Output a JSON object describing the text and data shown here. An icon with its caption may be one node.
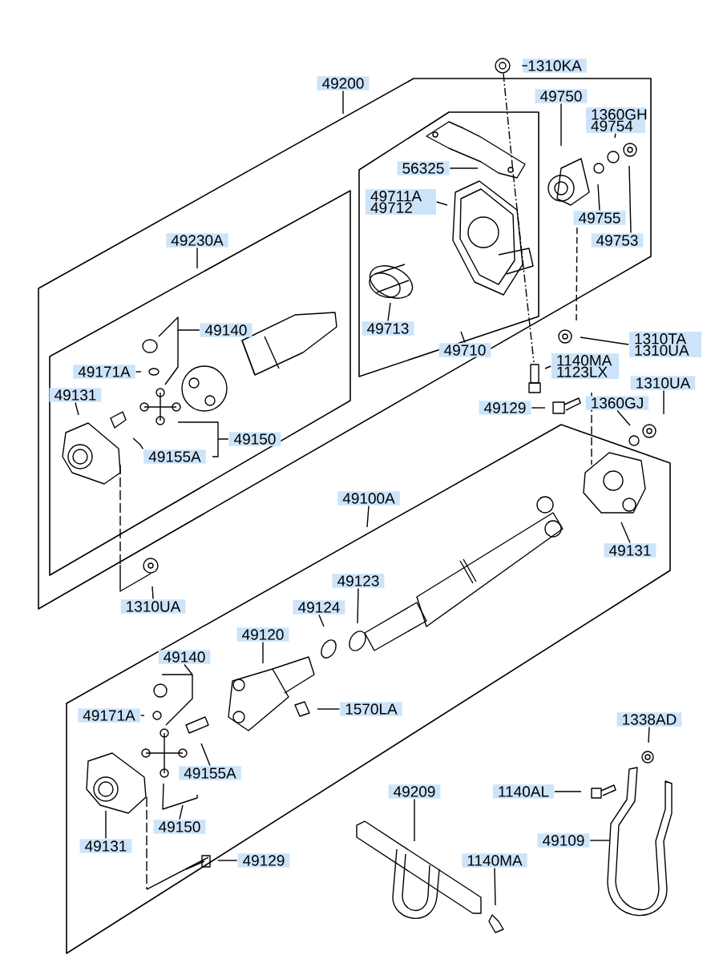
{
  "diagram": {
    "nodes": [
      {
        "text": [
          "49200"
        ]
      },
      {
        "text": [
          "1310KA"
        ]
      },
      {
        "text": [
          "49750"
        ]
      },
      {
        "text": [
          "1360GH 49754"
        ]
      },
      {
        "text": [
          "56325"
        ]
      },
      {
        "text": [
          "49711A 49712"
        ]
      },
      {
        "text": [
          "49755"
        ]
      },
      {
        "text": [
          "49753"
        ]
      },
      {
        "text": [
          "49230A"
        ]
      },
      {
        "text": [
          "49140"
        ]
      },
      {
        "text": [
          "49713"
        ]
      },
      {
        "text": [
          "49710"
        ]
      },
      {
        "text": [
          "1310TA 1310UA"
        ]
      },
      {
        "text": [
          "49171A"
        ]
      },
      {
        "text": [
          "1140MA 1123LX"
        ]
      },
      {
        "text": [
          "49131"
        ]
      },
      {
        "text": [
          "49129"
        ]
      },
      {
        "text": [
          "1310UA"
        ]
      },
      {
        "text": [
          "1360GJ"
        ]
      },
      {
        "text": [
          "49150"
        ]
      },
      {
        "text": [
          "49155A"
        ]
      },
      {
        "text": [
          "49100A"
        ]
      },
      {
        "text": [
          "49131"
        ]
      },
      {
        "text": [
          "1310UA"
        ]
      },
      {
        "text": [
          "49123"
        ]
      },
      {
        "text": [
          "49124"
        ]
      },
      {
        "text": [
          "49120"
        ]
      },
      {
        "text": [
          "49140"
        ]
      },
      {
        "text": [
          "1570LA"
        ]
      },
      {
        "text": [
          "49171A"
        ]
      },
      {
        "text": [
          "1338AD"
        ]
      },
      {
        "text": [
          "49155A"
        ]
      },
      {
        "text": [
          "1140AL"
        ]
      },
      {
        "text": [
          "49209"
        ]
      },
      {
        "text": [
          "49150"
        ]
      },
      {
        "text": [
          "49109"
        ]
      },
      {
        "text": [
          "49131"
        ]
      },
      {
        "text": [
          "1140MA"
        ]
      },
      {
        "text": [
          "49129"
        ]
      }
    ],
    "edges": [
      {
        "from": 0,
        "to": null,
        "arrow": "none"
      },
      {
        "from": 1,
        "to": null,
        "arrow": "none"
      },
      {
        "from": 2,
        "to": null,
        "arrow": "none"
      },
      {
        "from": 3,
        "to": null,
        "arrow": "none"
      },
      {
        "from": 4,
        "to": null,
        "arrow": "none"
      },
      {
        "from": 5,
        "to": null,
        "arrow": "none"
      },
      {
        "from": 6,
        "to": null,
        "arrow": "none"
      },
      {
        "from": 7,
        "to": null,
        "arrow": "none"
      },
      {
        "from": 8,
        "to": null,
        "arrow": "none"
      },
      {
        "from": 9,
        "to": null,
        "arrow": "none"
      },
      {
        "from": 10,
        "to": null,
        "arrow": "none"
      },
      {
        "from": 11,
        "to": null,
        "arrow": "none"
      },
      {
        "from": 12,
        "to": null,
        "arrow": "none"
      },
      {
        "from": 13,
        "to": null,
        "arrow": "none"
      },
      {
        "from": 14,
        "to": null,
        "arrow": "none"
      },
      {
        "from": 15,
        "to": null,
        "arrow": "none"
      },
      {
        "from": 16,
        "to": null,
        "arrow": "none"
      },
      {
        "from": 17,
        "to": null,
        "arrow": "none"
      },
      {
        "from": 18,
        "to": null,
        "arrow": "none"
      },
      {
        "from": 19,
        "to": null,
        "arrow": "none"
      },
      {
        "from": 20,
        "to": null,
        "arrow": "none"
      },
      {
        "from": 21,
        "to": null,
        "arrow": "none"
      },
      {
        "from": 22,
        "to": null,
        "arrow": "none"
      },
      {
        "from": 23,
        "to": null,
        "arrow": "none"
      },
      {
        "from": 24,
        "to": null,
        "arrow": "none"
      },
      {
        "from": 25,
        "to": null,
        "arrow": "none"
      },
      {
        "from": 26,
        "to": null,
        "arrow": "none"
      },
      {
        "from": 27,
        "to": null,
        "arrow": "none"
      },
      {
        "from": 28,
        "to": null,
        "arrow": "none"
      },
      {
        "from": 29,
        "to": null,
        "arrow": "none"
      },
      {
        "from": 30,
        "to": null,
        "arrow": "none"
      },
      {
        "from": 31,
        "to": null,
        "arrow": "none"
      },
      {
        "from": 32,
        "to": null,
        "arrow": "none"
      },
      {
        "from": 33,
        "to": null,
        "arrow": "none"
      },
      {
        "from": 34,
        "to": null,
        "arrow": "none"
      },
      {
        "from": 35,
        "to": null,
        "arrow": "none"
      },
      {
        "from": 36,
        "to": null,
        "arrow": "none"
      },
      {
        "from": 37,
        "to": null,
        "arrow": "none"
      },
      {
        "from": 38,
        "to": null,
        "arrow": "none"
      }
    ]
  }
}
